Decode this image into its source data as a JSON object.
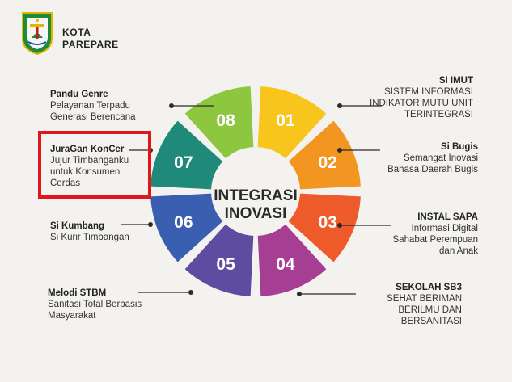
{
  "header": {
    "org_line1": "KOTA",
    "org_line2": "PAREPARE"
  },
  "center": {
    "line1": "INTEGRASI",
    "line2": "INOVASI"
  },
  "segments": [
    {
      "num": "01",
      "color": "#f7c51c"
    },
    {
      "num": "02",
      "color": "#f39621"
    },
    {
      "num": "03",
      "color": "#ef5a2b"
    },
    {
      "num": "04",
      "color": "#a63f94"
    },
    {
      "num": "05",
      "color": "#5e4ca0"
    },
    {
      "num": "06",
      "color": "#3b5fb0"
    },
    {
      "num": "07",
      "color": "#1f8a7a"
    },
    {
      "num": "08",
      "color": "#8dc63f"
    }
  ],
  "items": {
    "i01": {
      "title": "SI IMUT",
      "desc": "SISTEM INFORMASI\nINDIKATOR MUTU UNIT\nTERINTEGRASI"
    },
    "i02": {
      "title": "Si Bugis",
      "desc": "Semangat Inovasi\nBahasa Daerah Bugis"
    },
    "i03": {
      "title": "INSTAL SAPA",
      "desc": "Informasi Digital\nSahabat Perempuan\ndan Anak"
    },
    "i04": {
      "title": "SEKOLAH SB3",
      "desc": "SEHAT BERIMAN\nBERILMU DAN\nBERSANITASI"
    },
    "i05": {
      "title": "Melodi STBM",
      "desc": "Sanitasi Total Berbasis\nMasyarakat"
    },
    "i06": {
      "title": "Si Kumbang",
      "desc": "Si Kurir Timbangan"
    },
    "i07": {
      "title": "JuraGan KonCer",
      "desc": "Jujur Timbanganku\nuntuk Konsumen\nCerdas"
    },
    "i08": {
      "title": "Pandu Genre",
      "desc": "Pelayanan Terpadu\nGenerasi Berencana"
    }
  },
  "highlight": {
    "color": "#e0161b"
  }
}
